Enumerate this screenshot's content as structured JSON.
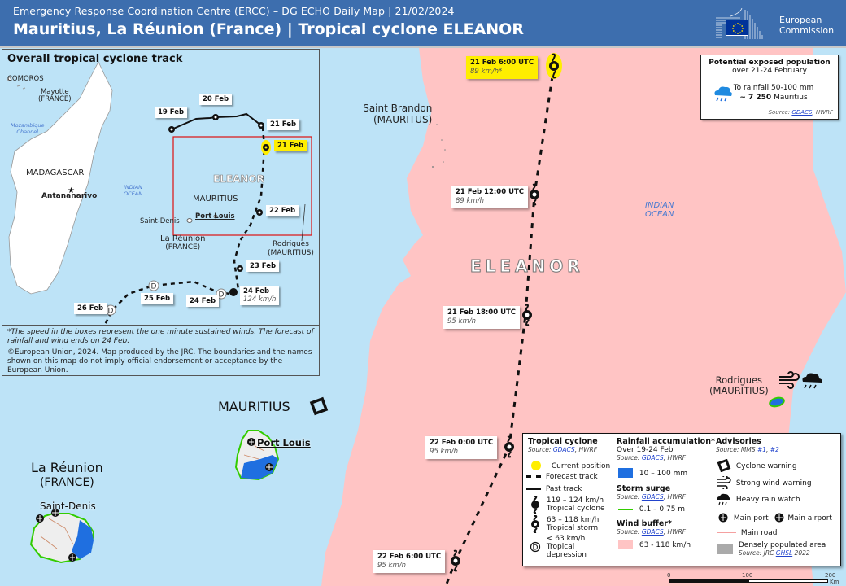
{
  "header": {
    "subtitle": "Emergency Response Coordination Centre (ERCC) – DG ECHO Daily Map | 21/02/2024",
    "title": "Mauritius, La Réunion (France) | Tropical cyclone ELEANOR",
    "logo_text_1": "European",
    "logo_text_2": "Commission"
  },
  "inset": {
    "title": "Overall tropical cyclone track",
    "labels": {
      "comoros": "COMOROS",
      "mayotte": "Mayotte",
      "mayotte_country": "(FRANCE)",
      "mozambique": "Mozambique",
      "mozambique2": "Channel",
      "madagascar": "MADAGASCAR",
      "antananarivo": "Antananarivo",
      "indian": "INDIAN",
      "ocean": "OCEAN",
      "eleanor": "ELEANOR",
      "mauritius": "MAURITIUS",
      "port_louis": "Port Louis",
      "saint_denis": "Saint-Denis",
      "reunion": "La Réunion",
      "reunion_country": "(FRANCE)",
      "rodrigues": "Rodrigues",
      "rodrigues_country": "(MAURITIUS)"
    },
    "track_points": [
      {
        "label": "19 Feb",
        "type": "tropical-storm",
        "track": "past"
      },
      {
        "label": "20 Feb",
        "type": "tropical-storm",
        "track": "past"
      },
      {
        "label": "21 Feb",
        "type": "tropical-storm",
        "track": "past"
      },
      {
        "label": "21 Feb",
        "type": "current",
        "track": "current"
      },
      {
        "label": "22 Feb",
        "type": "tropical-storm",
        "track": "forecast"
      },
      {
        "label": "23 Feb",
        "type": "tropical-storm",
        "track": "forecast"
      },
      {
        "label": "24 Feb",
        "speed": "124 km/h",
        "type": "tropical-cyclone",
        "track": "forecast"
      },
      {
        "label": "24 Feb",
        "type": "tropical-depression",
        "track": "forecast"
      },
      {
        "label": "25 Feb",
        "type": "tropical-depression",
        "track": "forecast"
      },
      {
        "label": "26 Feb",
        "type": "tropical-depression",
        "track": "forecast"
      }
    ]
  },
  "note": {
    "speed_note": "*The speed in the boxes represent the one minute sustained winds. The forecast of rainfall and wind ends on 24 Feb.",
    "copyright": "©European Union, 2024. Map produced by the JRC. The boundaries and the names shown on this map do not imply official endorsement or acceptance by the European Union."
  },
  "main_map": {
    "labels": {
      "saint_brandon": "Saint Brandon",
      "saint_brandon_country": "(MAURITUS)",
      "indian": "INDIAN",
      "ocean": "OCEAN",
      "eleanor": "ELEANOR",
      "rodrigues": "Rodrigues",
      "rodrigues_country": "(MAURITIUS)",
      "mauritius": "MAURITIUS",
      "port_louis": "Port Louis",
      "reunion": "La Réunion",
      "reunion_country": "(FRANCE)",
      "saint_denis": "Saint-Denis"
    },
    "track_points": [
      {
        "time": "21 Feb 6:00 UTC",
        "speed": "89 km/h*",
        "current": true
      },
      {
        "time": "21 Feb 12:00 UTC",
        "speed": "89 km/h"
      },
      {
        "time": "21 Feb 18:00 UTC",
        "speed": "95 km/h"
      },
      {
        "time": "22 Feb 0:00 UTC",
        "speed": "95 km/h"
      },
      {
        "time": "22 Feb 6:00 UTC",
        "speed": "95 km/h"
      }
    ]
  },
  "population_box": {
    "heading": "Potential exposed population",
    "period": "over 21-24 February",
    "rain_text": "To rainfall 50-100 mm",
    "count": "~ 7 250",
    "country": "Mauritius",
    "source_label": "Source:",
    "source_link": "GDACS",
    "source_rest": ", HWRF"
  },
  "legend": {
    "tc": {
      "title": "Tropical cyclone",
      "source_label": "Source:",
      "source_link": "GDACS",
      "source_rest": ", HWRF",
      "current": "Current position",
      "forecast": "Forecast track",
      "past": "Past track",
      "tc_range": "119 – 124 km/h",
      "tc_name": "Tropical cyclone",
      "ts_range": "63 – 118 km/h",
      "ts_name": "Tropical storm",
      "td_range": "< 63 km/h",
      "td_name1": "Tropical",
      "td_name2": "depression"
    },
    "rain": {
      "title": "Rainfall accumulation*",
      "period": "Over 19-24 Feb",
      "source_label": "Source:",
      "source_link": "GDACS",
      "source_rest": ", HWRF",
      "range": "10 – 100 mm",
      "color": "#1f6fe0"
    },
    "surge": {
      "title": "Storm surge",
      "source_label": "Source:",
      "source_link": "GDACS",
      "source_rest": ", HWRF",
      "range": "0.1 – 0.75  m",
      "color": "#33cc00"
    },
    "wind": {
      "title": "Wind buffer*",
      "source_label": "Source:",
      "source_link": "GDACS",
      "source_rest": ", HWRF",
      "range": "63 - 118 km/h",
      "color": "#ffc4c4"
    },
    "advisories": {
      "title": "Advisories",
      "source_label": "Source: MMS",
      "link1": "#1",
      "link2": "#2",
      "cyclone": "Cyclone warning",
      "wind": "Strong wind warning",
      "rain": "Heavy rain watch",
      "port": "Main port",
      "airport": "Main airport",
      "road": "Main road",
      "dense": "Densely populated area",
      "dense_source": "Source: JRC",
      "dense_link": "GHSL",
      "dense_year": "2022"
    }
  },
  "scale": {
    "t0": "0",
    "t1": "100",
    "t2": "200",
    "unit": "Km"
  },
  "colors": {
    "header": "#3d6eae",
    "sea": "#bde3f7",
    "wind_buffer": "#ffc4c4",
    "current": "#ffee00",
    "inset_box": "#dd1111"
  }
}
